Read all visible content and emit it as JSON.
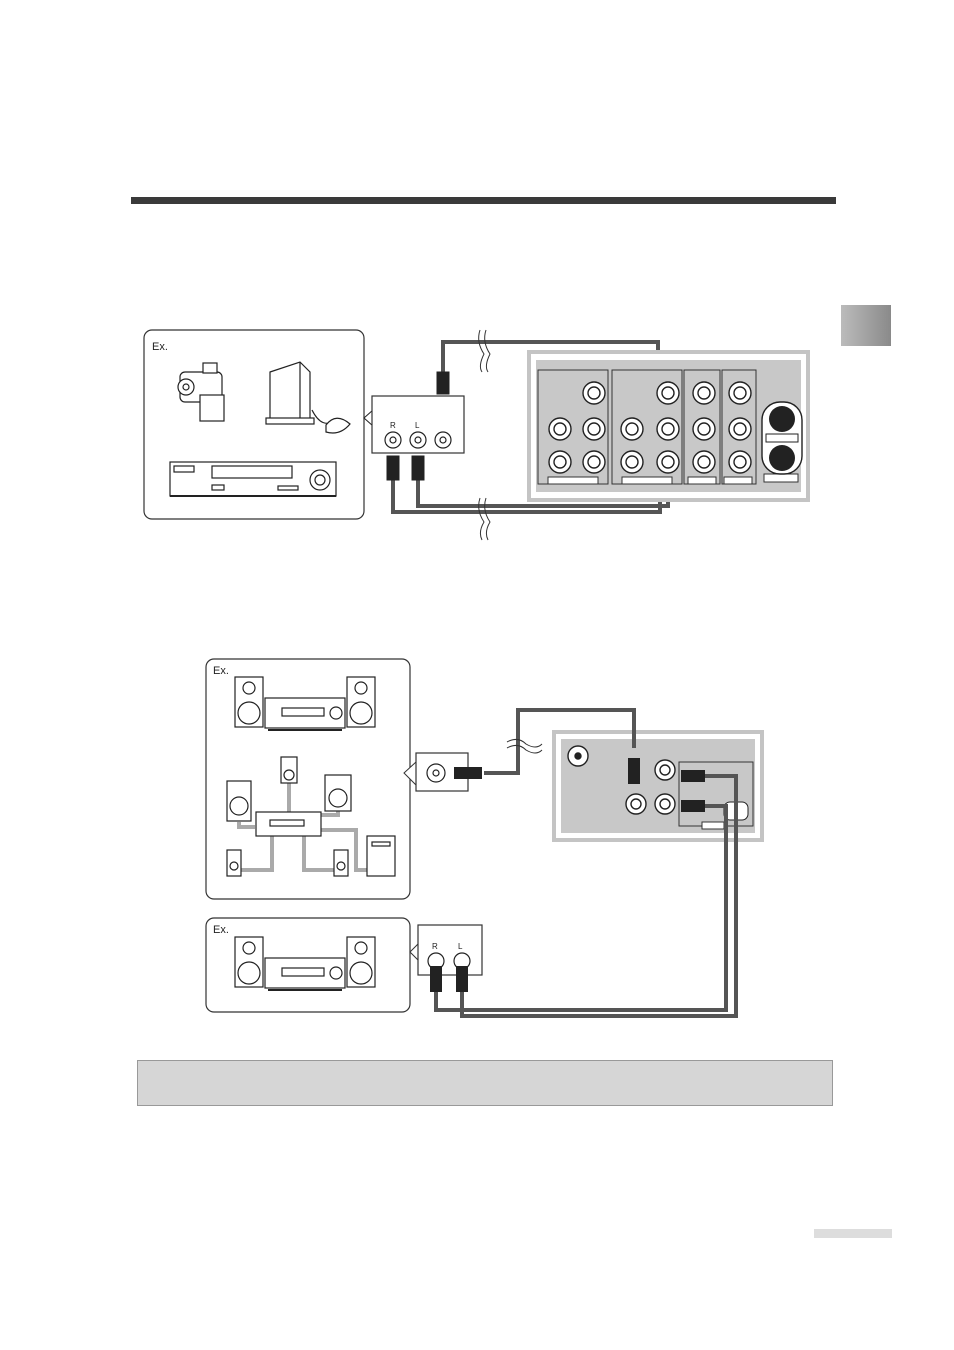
{
  "figures": {
    "top": {
      "ex_label": "Ex.",
      "jack_r": "R",
      "jack_l": "L"
    },
    "middle": {
      "ex_label": "Ex."
    },
    "bottom": {
      "ex_label": "Ex.",
      "jack_r": "R",
      "jack_l": "L"
    }
  },
  "colors": {
    "rule": "#3a3a3a",
    "panel_gray": "#c8c8c8",
    "cable": "#555555",
    "note_box": "#d6d6d6"
  },
  "icons": [
    "camcorder-icon",
    "game-console-icon",
    "vcr-icon",
    "stereo-icon",
    "surround-system-icon",
    "rca-plug-icon",
    "s-video-jack-icon"
  ]
}
